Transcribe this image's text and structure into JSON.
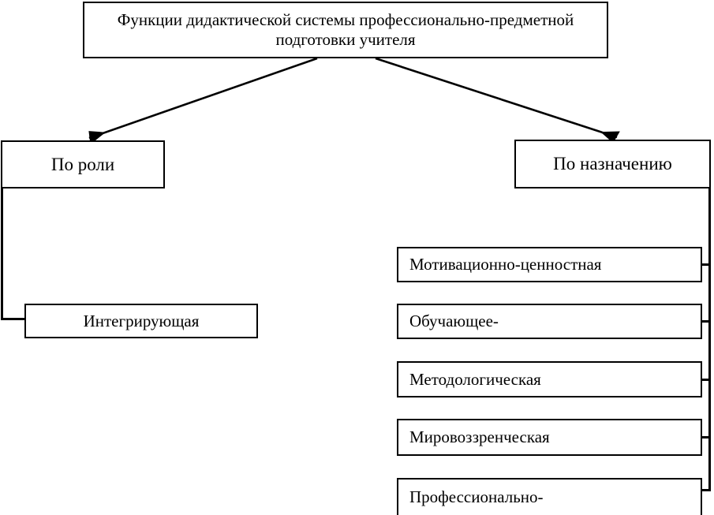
{
  "diagram": {
    "title": "Функции дидактической системы профессионально-предметной подготовки учителя",
    "root": {
      "label": "Функции дидактической системы профессионально-предметной подготовки учителя"
    },
    "branches": [
      {
        "key": "by_role",
        "label": "По роли",
        "children": [
          {
            "key": "integrating",
            "label": "Интегрирующая"
          }
        ]
      },
      {
        "key": "by_purpose",
        "label": "По назначению",
        "children": [
          {
            "key": "motivational",
            "label": "Мотивационно-ценностная"
          },
          {
            "key": "teaching",
            "label": "Обучающее-"
          },
          {
            "key": "methodologic",
            "label": "Методологическая"
          },
          {
            "key": "worldview",
            "label": "Мировоззренческая"
          },
          {
            "key": "professional",
            "label": "Профессионально-"
          }
        ]
      }
    ],
    "style": {
      "line_color": "#000000",
      "box_fill": "#ffffff",
      "text_color": "#000000",
      "background": "#ffffff"
    }
  }
}
